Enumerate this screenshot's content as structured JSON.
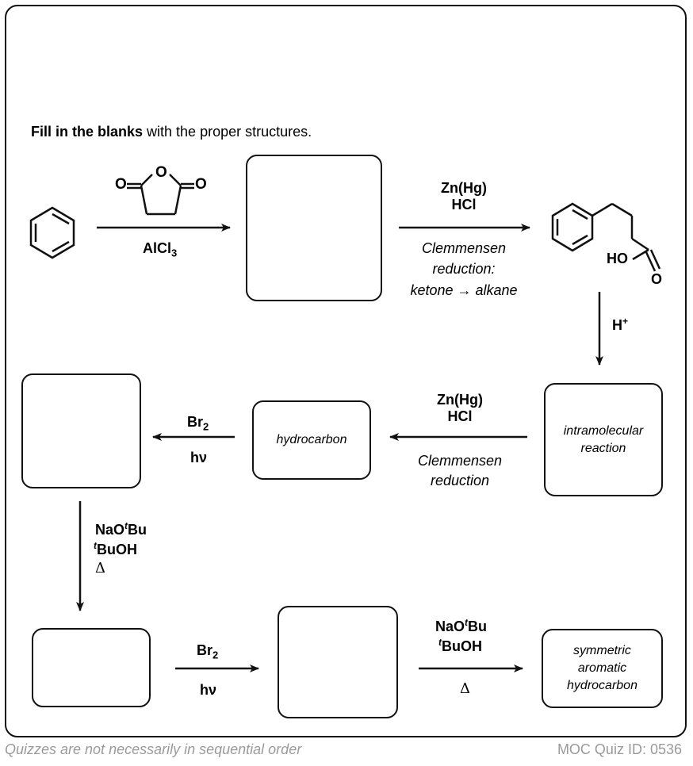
{
  "instruction": {
    "bold": "Fill in the blanks",
    "rest": " with the proper structures."
  },
  "step1": {
    "reagent_bottom_main": "AlCl",
    "reagent_bottom_sub": "3",
    "o_left": "O",
    "o_ring": "O",
    "o_right": "O"
  },
  "step2": {
    "reagent_top1": "Zn(Hg)",
    "reagent_top2": "HCl",
    "note1": "Clemmensen",
    "note2": "reduction:",
    "note3": "ketone → alkane"
  },
  "acid": {
    "ho": "HO",
    "o": "O"
  },
  "step3": {
    "reagent_main": "H",
    "reagent_sup": "+"
  },
  "box_intramolecular": {
    "line1": "intramolecular",
    "line2": "reaction"
  },
  "step4": {
    "reagent_top1": "Zn(Hg)",
    "reagent_top2": "HCl",
    "note1": "Clemmensen",
    "note2": "reduction"
  },
  "box_hydrocarbon": {
    "label": "hydrocarbon"
  },
  "step5": {
    "reagent_top_main": "Br",
    "reagent_top_sub": "2",
    "reagent_bottom": "hν"
  },
  "step6": {
    "line1_a": "NaO",
    "line1_sup": "t",
    "line1_b": "Bu",
    "line2_sup": "t",
    "line2_b": "BuOH",
    "line3": "Δ"
  },
  "step7": {
    "reagent_top_main": "Br",
    "reagent_top_sub": "2",
    "reagent_bottom": "hν"
  },
  "step8": {
    "line1_a": "NaO",
    "line1_sup": "t",
    "line1_b": "Bu",
    "line2_sup": "t",
    "line2_b": "BuOH",
    "line3": "Δ"
  },
  "box_symmetric": {
    "line1": "symmetric",
    "line2": "aromatic",
    "line3": "hydrocarbon"
  },
  "footer": {
    "left": "Quizzes are not necessarily in sequential order",
    "right": "MOC Quiz ID: 0536"
  }
}
